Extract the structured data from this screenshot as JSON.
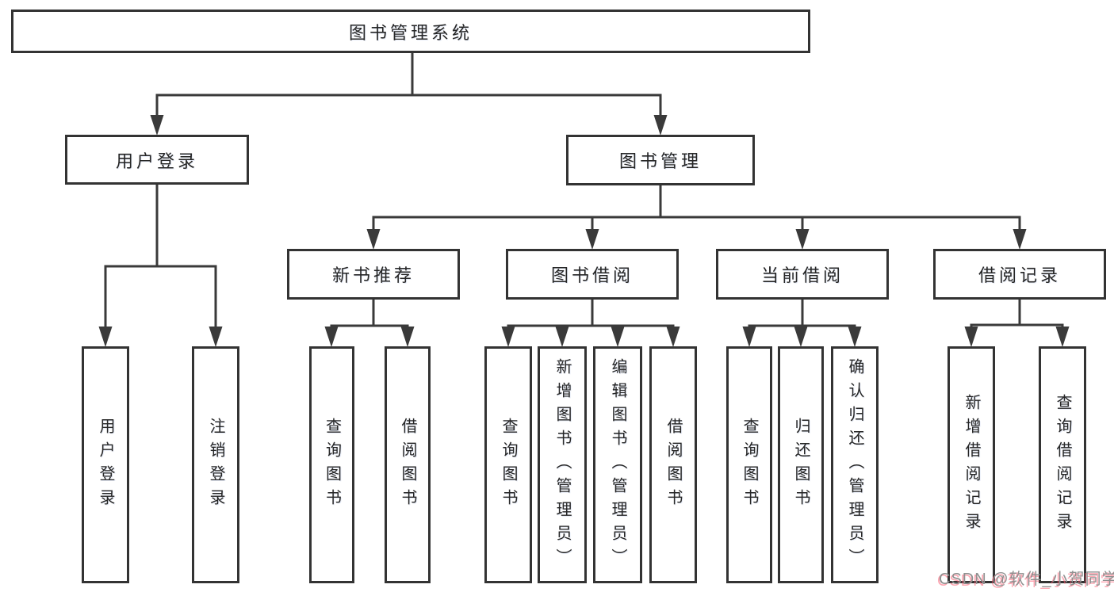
{
  "tree": {
    "root": {
      "label": "图书管理系统",
      "children": [
        {
          "label": "用户登录",
          "children": [
            {
              "label": "用户登录"
            },
            {
              "label": "注销登录"
            }
          ]
        },
        {
          "label": "图书管理",
          "children": [
            {
              "label": "新书推荐",
              "children": [
                {
                  "label": "查询图书"
                },
                {
                  "label": "借阅图书"
                }
              ]
            },
            {
              "label": "图书借阅",
              "children": [
                {
                  "label": "查询图书"
                },
                {
                  "label": "新增图书（管理员）"
                },
                {
                  "label": "编辑图书（管理员）"
                },
                {
                  "label": "借阅图书"
                }
              ]
            },
            {
              "label": "当前借阅",
              "children": [
                {
                  "label": "查询图书"
                },
                {
                  "label": "归还图书"
                },
                {
                  "label": "确认归还（管理员）"
                }
              ]
            },
            {
              "label": "借阅记录",
              "children": [
                {
                  "label": "新增借阅记录"
                },
                {
                  "label": "查询借阅记录"
                }
              ]
            }
          ]
        }
      ]
    }
  },
  "watermark": {
    "text": "CSDN @软件_小贺同学"
  },
  "colors": {
    "line": "#3a3a3a",
    "box_border": "#333333",
    "text": "#262626",
    "background": "#ffffff",
    "watermark_gray": "#8f8f8f",
    "watermark_pink": "#fc5b71"
  }
}
